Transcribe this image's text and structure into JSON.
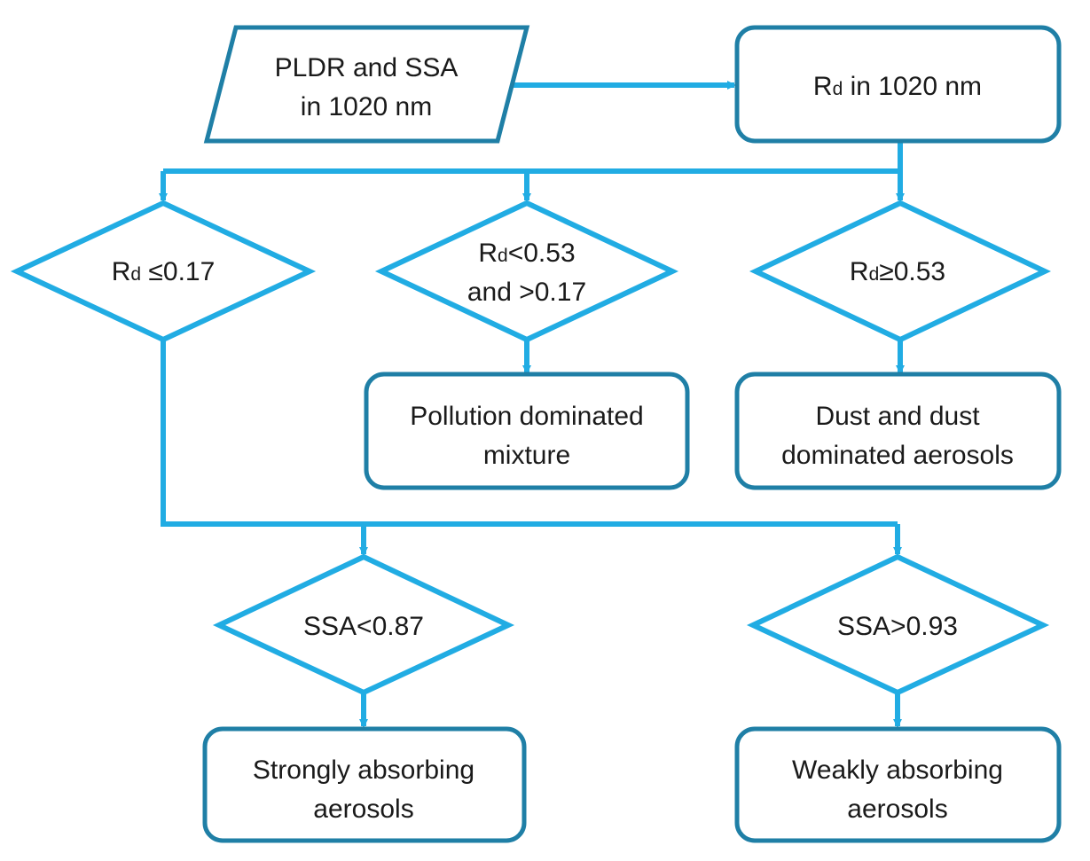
{
  "colors": {
    "arrow": "#21ACE3",
    "decision_stroke": "#21ACE3",
    "box_stroke": "#1F7FA6",
    "text": "#1a1a1a",
    "background": "#ffffff"
  },
  "input": {
    "line1": "PLDR and SSA",
    "line2": "in 1020 nm"
  },
  "rd_box": {
    "symbol": "R",
    "subscript": "d",
    "rest": " in 1020 nm"
  },
  "decisions": {
    "low": {
      "symbol": "R",
      "subscript": "d",
      "rest": " ≤0.17"
    },
    "mid": {
      "symbol": "R",
      "subscript": "d",
      "rest": "<0.53",
      "line2": "and >0.17"
    },
    "high": {
      "symbol": "R",
      "subscript": "d",
      "rest": "≥0.53"
    },
    "ssa_low": {
      "text": "SSA<0.87"
    },
    "ssa_high": {
      "text": "SSA>0.93"
    }
  },
  "outcomes": {
    "pollution": {
      "line1": "Pollution  dominated",
      "line2": "mixture"
    },
    "dust": {
      "line1": "Dust and dust",
      "line2": "dominated aerosols"
    },
    "strong": {
      "line1": "Strongly absorbing",
      "line2": "aerosols"
    },
    "weak": {
      "line1": "Weakly absorbing",
      "line2": "aerosols"
    }
  }
}
